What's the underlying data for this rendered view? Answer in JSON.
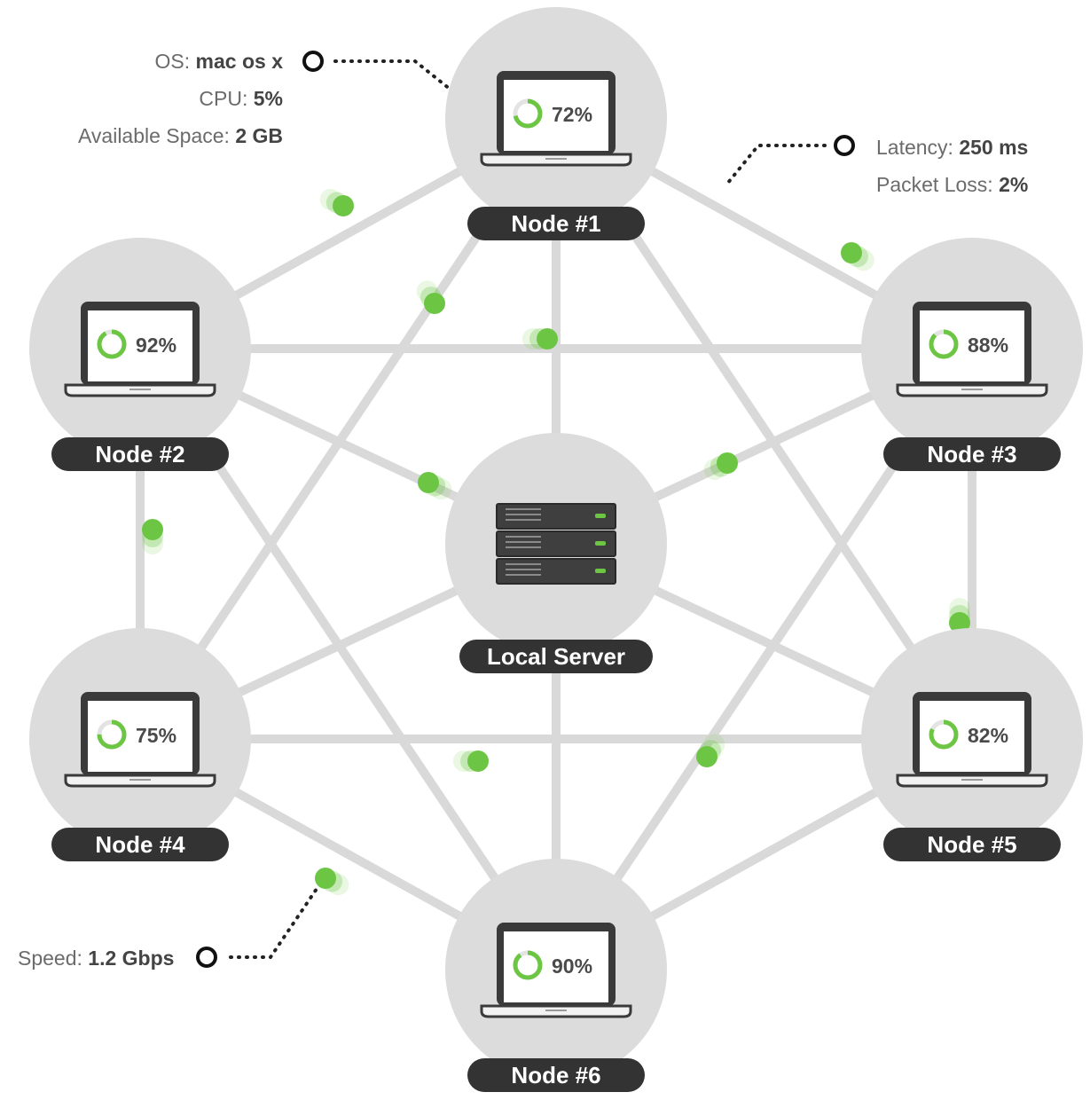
{
  "colors": {
    "edge": "#d9d9d9",
    "node_circle": "#dcdcdc",
    "label_bg": "#333333",
    "accent_green": "#6cc644",
    "laptop_frame": "#3a3a3a"
  },
  "nodes": [
    {
      "id": "n1",
      "label": "Node #1",
      "usage": "72%",
      "usage_value": 72,
      "icon": "laptop-icon"
    },
    {
      "id": "n2",
      "label": "Node #2",
      "usage": "92%",
      "usage_value": 92,
      "icon": "laptop-icon"
    },
    {
      "id": "n3",
      "label": "Node #3",
      "usage": "88%",
      "usage_value": 88,
      "icon": "laptop-icon"
    },
    {
      "id": "n4",
      "label": "Node #4",
      "usage": "75%",
      "usage_value": 75,
      "icon": "laptop-icon"
    },
    {
      "id": "n5",
      "label": "Node #5",
      "usage": "82%",
      "usage_value": 82,
      "icon": "laptop-icon"
    },
    {
      "id": "n6",
      "label": "Node #6",
      "usage": "90%",
      "usage_value": 90,
      "icon": "laptop-icon"
    }
  ],
  "server": {
    "label": "Local Server",
    "icon": "server-icon"
  },
  "node_info": {
    "os_label": "OS:",
    "os_value": "mac os x",
    "cpu_label": "CPU:",
    "cpu_value": "5%",
    "space_label": "Available Space:",
    "space_value": "2 GB"
  },
  "link_info": {
    "latency_label": "Latency:",
    "latency_value": "250 ms",
    "loss_label": "Packet Loss:",
    "loss_value": "2%"
  },
  "speed_info": {
    "speed_label": "Speed:",
    "speed_value": "1.2 Gbps"
  }
}
